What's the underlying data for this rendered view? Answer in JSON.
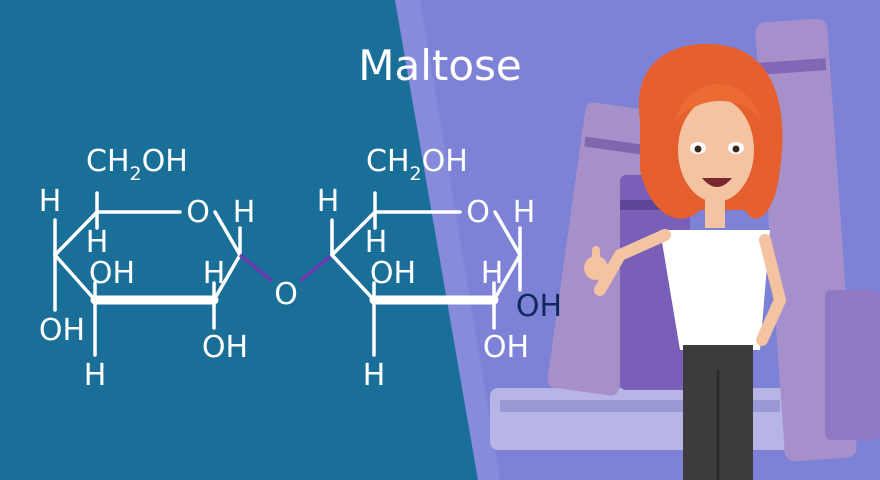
{
  "title": "Maltose",
  "labels": {
    "ch2oh": "CH",
    "sub2": "2",
    "oh_suffix": "OH",
    "ring_o": "O",
    "bridge_o": "O",
    "h": "H",
    "oh": "OH"
  },
  "colors": {
    "background_left": "#1a6f98",
    "background_right": "#7d82d6",
    "bond": "#ffffff",
    "glycosidic_bond": "#6a3bb0",
    "highlight_oh": "#0e2a5c"
  }
}
